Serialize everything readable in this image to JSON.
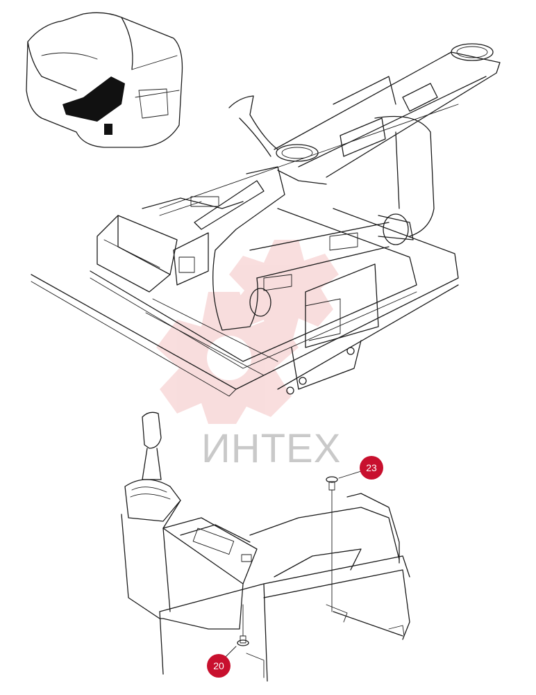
{
  "watermark": {
    "text": "ИНТЕХ",
    "color": "#f2b8b8"
  },
  "callouts": [
    {
      "id": "callout-23",
      "label": "23",
      "color": "#c8102e"
    },
    {
      "id": "callout-20",
      "label": "20",
      "color": "#c8102e"
    }
  ]
}
